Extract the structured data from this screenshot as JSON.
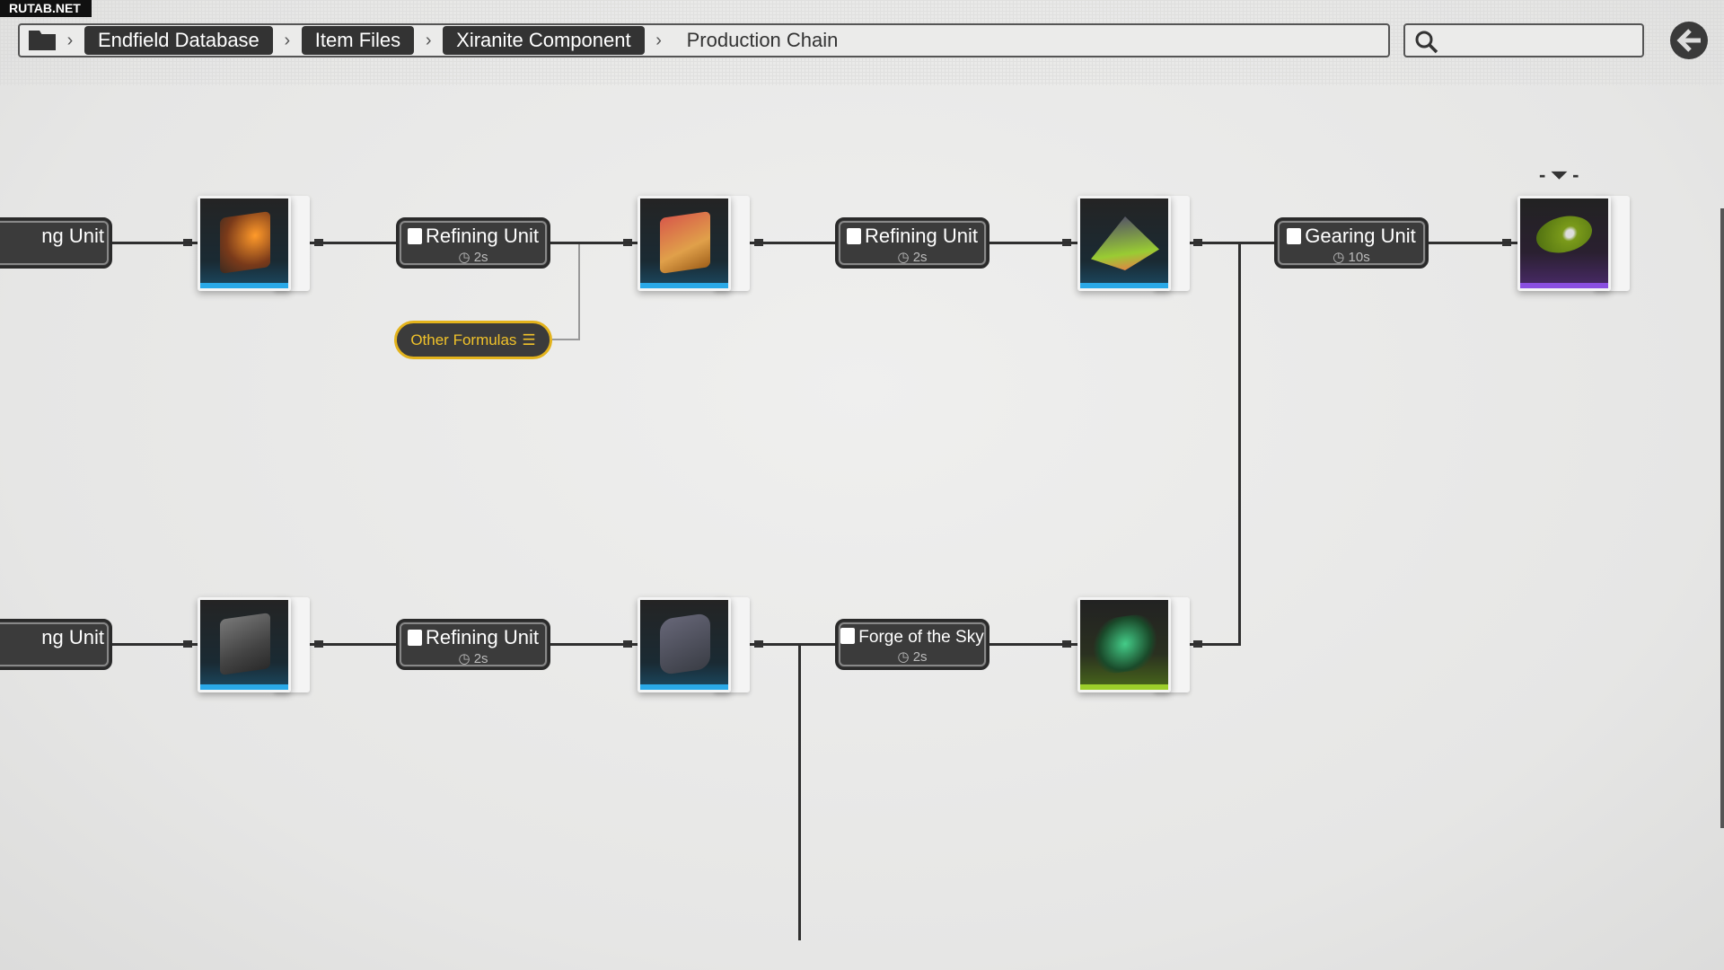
{
  "watermark": "RUTAB.NET",
  "breadcrumb": {
    "items": [
      "Endfield Database",
      "Item Files",
      "Xiranite Component"
    ],
    "current": "Production Chain"
  },
  "search": {
    "placeholder": ""
  },
  "chain": {
    "top": {
      "partial_machine": "ng Unit",
      "machines": [
        {
          "name": "Refining Unit",
          "time": "2s"
        },
        {
          "name": "Refining Unit",
          "time": "2s"
        },
        {
          "name": "Gearing Unit",
          "time": "10s"
        }
      ]
    },
    "bottom": {
      "partial_machine": "ng Unit",
      "machines": [
        {
          "name": "Refining Unit",
          "time": "2s"
        },
        {
          "name": "Forge of the Sky",
          "time": "2s"
        }
      ]
    },
    "other_formulas": "Other Formulas"
  },
  "colors": {
    "rarity_blue": "#2aa9e8",
    "rarity_purple": "#8a4fe0",
    "rarity_green": "#9ccf2a",
    "formula_accent": "#e3b31c"
  }
}
